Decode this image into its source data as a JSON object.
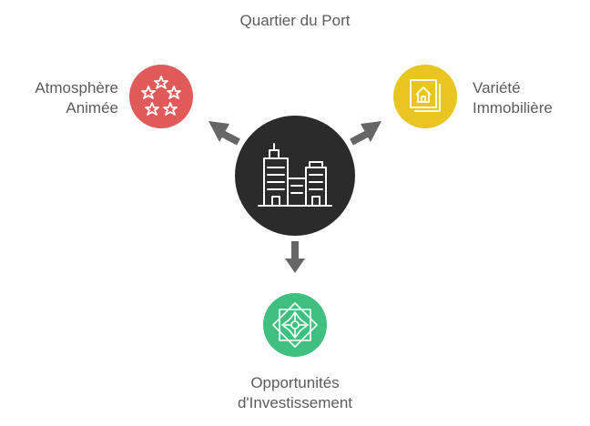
{
  "diagram": {
    "title": "Quartier du Port",
    "left": {
      "lines": [
        "Atmosphère",
        "Animée"
      ],
      "color": "#e05a5a",
      "icon": "stars-icon"
    },
    "right": {
      "lines": [
        "Variété",
        "Immobilière"
      ],
      "color": "#e8c520",
      "icon": "house-frame-icon"
    },
    "bottom": {
      "lines": [
        "Opportunités",
        "d'Investissement"
      ],
      "color": "#3fbf80",
      "icon": "ornament-icon"
    },
    "center": {
      "color": "#2b2b2b",
      "icon": "buildings-icon"
    },
    "arrow_color": "#666666"
  }
}
